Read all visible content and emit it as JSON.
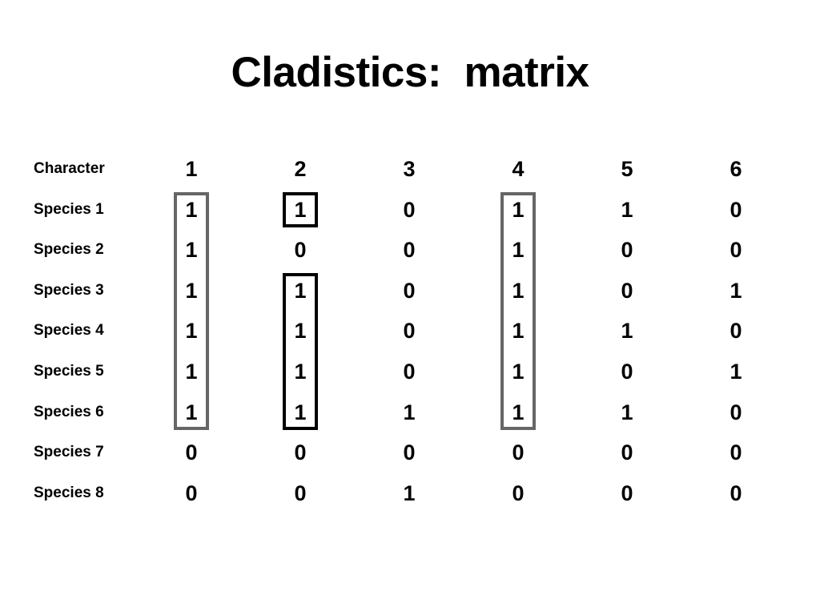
{
  "slide": {
    "title": "Cladistics:  matrix",
    "background_color": "#ffffff",
    "text_color": "#000000"
  },
  "matrix": {
    "corner_label": "Character",
    "column_headers": [
      "1",
      "2",
      "3",
      "4",
      "5",
      "6"
    ],
    "row_labels": [
      "Species 1",
      "Species 2",
      "Species 3",
      "Species 4",
      "Species 5",
      "Species 6",
      "Species 7",
      "Species 8"
    ],
    "rows": [
      {
        "label": "Species 1",
        "values": [
          "1",
          "1",
          "0",
          "1",
          "1",
          "0"
        ]
      },
      {
        "label": "Species 2",
        "values": [
          "1",
          "0",
          "0",
          "1",
          "0",
          "0"
        ]
      },
      {
        "label": "Species 3",
        "values": [
          "1",
          "1",
          "0",
          "1",
          "0",
          "1"
        ]
      },
      {
        "label": "Species 4",
        "values": [
          "1",
          "1",
          "0",
          "1",
          "1",
          "0"
        ]
      },
      {
        "label": "Species 5",
        "values": [
          "1",
          "1",
          "0",
          "1",
          "0",
          "1"
        ]
      },
      {
        "label": "Species 6",
        "values": [
          "1",
          "1",
          "1",
          "1",
          "1",
          "0"
        ]
      },
      {
        "label": "Species 7",
        "values": [
          "0",
          "0",
          "0",
          "0",
          "0",
          "0"
        ]
      },
      {
        "label": "Species 8",
        "values": [
          "0",
          "0",
          "1",
          "0",
          "0",
          "0"
        ]
      }
    ],
    "highlights": [
      {
        "name": "highlight-character-1-species-1-to-6",
        "column": "1",
        "first_row": "Species 1",
        "last_row": "Species 6",
        "color": "#666666",
        "style": "gray"
      },
      {
        "name": "highlight-character-2-species-1",
        "column": "2",
        "first_row": "Species 1",
        "last_row": "Species 1",
        "color": "#000000",
        "style": "black"
      },
      {
        "name": "highlight-character-2-species-3-to-6",
        "column": "2",
        "first_row": "Species 3",
        "last_row": "Species 6",
        "color": "#000000",
        "style": "black"
      },
      {
        "name": "highlight-character-4-species-1-to-6",
        "column": "4",
        "first_row": "Species 1",
        "last_row": "Species 6",
        "color": "#666666",
        "style": "gray"
      }
    ]
  },
  "chart_data": {
    "type": "table",
    "title": "Cladistics:  matrix",
    "xlabel": "Character",
    "ylabel": "Species",
    "categories": [
      "1",
      "2",
      "3",
      "4",
      "5",
      "6"
    ],
    "row_names": [
      "Species 1",
      "Species 2",
      "Species 3",
      "Species 4",
      "Species 5",
      "Species 6",
      "Species 7",
      "Species 8"
    ],
    "series": [
      {
        "name": "Species 1",
        "values": [
          1,
          1,
          0,
          1,
          1,
          0
        ]
      },
      {
        "name": "Species 2",
        "values": [
          1,
          0,
          0,
          1,
          0,
          0
        ]
      },
      {
        "name": "Species 3",
        "values": [
          1,
          1,
          0,
          1,
          0,
          1
        ]
      },
      {
        "name": "Species 4",
        "values": [
          1,
          1,
          0,
          1,
          1,
          0
        ]
      },
      {
        "name": "Species 5",
        "values": [
          1,
          1,
          0,
          1,
          0,
          1
        ]
      },
      {
        "name": "Species 6",
        "values": [
          1,
          1,
          1,
          1,
          1,
          0
        ]
      },
      {
        "name": "Species 7",
        "values": [
          0,
          0,
          0,
          0,
          0,
          0
        ]
      },
      {
        "name": "Species 8",
        "values": [
          0,
          0,
          1,
          0,
          0,
          0
        ]
      }
    ],
    "annotations": [
      "Character 1 shared by Species 1-6 (grey box)",
      "Character 2 state 1 in Species 1 (black box)",
      "Character 2 state 1 in Species 3-6 (black box)",
      "Character 4 shared by Species 1-6 (grey box)"
    ],
    "grid": false,
    "legend": "none"
  }
}
